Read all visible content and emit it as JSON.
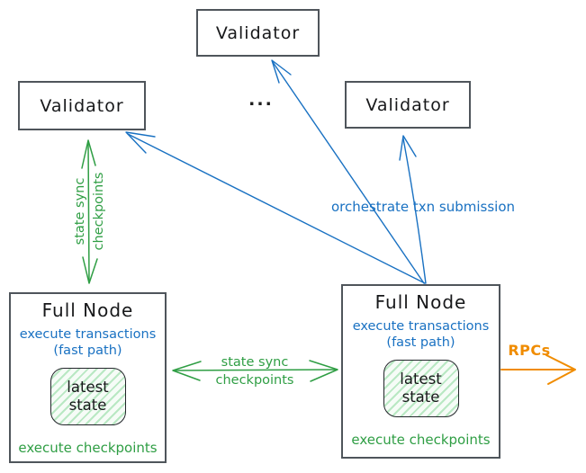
{
  "colors": {
    "green": "#2f9e44",
    "blue": "#1971c2",
    "orange": "#f08c00",
    "ink": "#1e1e1e",
    "box_border": "#4f555b",
    "state_box_fill": "#e9f9ee"
  },
  "nodes": {
    "validator_top": {
      "label": "Validator"
    },
    "validator_left": {
      "label": "Validator"
    },
    "validator_right": {
      "label": "Validator"
    },
    "ellipsis": {
      "label": "..."
    },
    "full_node_left": {
      "title": "Full Node",
      "blue_line1": "execute transactions",
      "blue_line2": "(fast path)",
      "state_box": {
        "line1": "latest",
        "line2": "state"
      },
      "green_line": "execute checkpoints"
    },
    "full_node_right": {
      "title": "Full Node",
      "blue_line1": "execute transactions",
      "blue_line2": "(fast path)",
      "state_box": {
        "line1": "latest",
        "line2": "state"
      },
      "green_line": "execute checkpoints"
    }
  },
  "edges": {
    "left_state_sync": {
      "line1": "state sync",
      "line2": "checkpoints"
    },
    "middle_state_sync": {
      "line1": "state sync",
      "line2": "checkpoints"
    },
    "orchestrate": {
      "label": "orchestrate txn submission"
    },
    "rpcs": {
      "label": "RPCs"
    }
  }
}
